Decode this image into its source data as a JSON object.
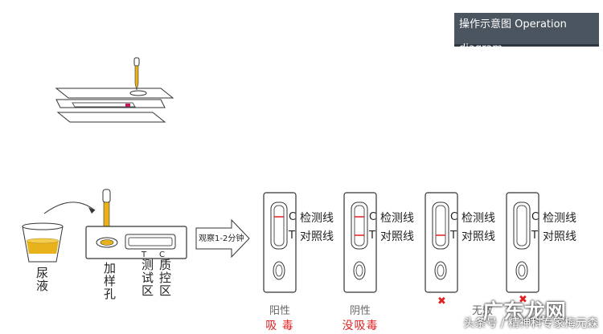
{
  "header": {
    "title": "操作示意图 Operation diagram"
  },
  "steps": {
    "cup_label": "尿液",
    "sample_well_label": "加样孔",
    "test_zone_label": "测试区",
    "control_zone_label": "质控区",
    "arrow_label": "观察1-2分钟"
  },
  "strip_letters": {
    "c": "C",
    "t": "T"
  },
  "results": [
    {
      "line1": "检测线",
      "line2": "对照线",
      "category": "阳性",
      "verdict": "吸 毒",
      "invalid": false
    },
    {
      "line1": "检测线",
      "line2": "对照线",
      "category": "阴性",
      "verdict": "没吸毒",
      "invalid": false
    },
    {
      "line1": "检测线",
      "line2": "对照线",
      "category": "",
      "verdict": "",
      "invalid": true
    },
    {
      "line1": "检测线",
      "line2": "对照线",
      "category": "无效",
      "verdict": "",
      "invalid": true
    }
  ],
  "colors": {
    "header_bg": "#4a5560",
    "red": "#e02020",
    "urine": "#e8b21c",
    "magenta": "#c2185b"
  },
  "watermark": {
    "logo": "广东龙网",
    "text": "头条号 / 精神科专家梅元森"
  }
}
